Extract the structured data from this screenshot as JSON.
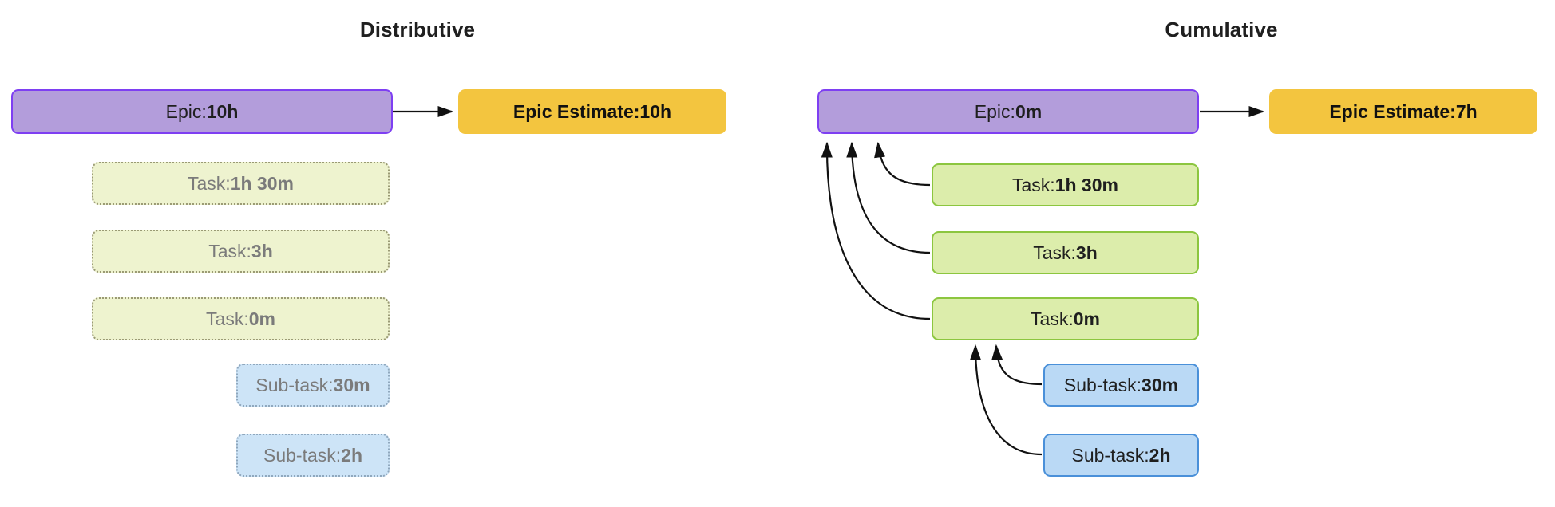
{
  "diagram": {
    "type": "comparison-flow-diagram",
    "background": "#ffffff",
    "columns": [
      {
        "id": "distributive",
        "title": "Distributive",
        "nodes": [
          {
            "id": "d-epic",
            "kind": "epic",
            "prefix": "Epic: ",
            "value": "10h"
          },
          {
            "id": "d-task-1",
            "kind": "task-ghost",
            "prefix": "Task: ",
            "value": "1h 30m"
          },
          {
            "id": "d-task-2",
            "kind": "task-ghost",
            "prefix": "Task: ",
            "value": "3h"
          },
          {
            "id": "d-task-3",
            "kind": "task-ghost",
            "prefix": "Task: ",
            "value": "0m"
          },
          {
            "id": "d-sub-1",
            "kind": "subtask-ghost",
            "prefix": "Sub-task: ",
            "value": "30m"
          },
          {
            "id": "d-sub-2",
            "kind": "subtask-ghost",
            "prefix": "Sub-task: ",
            "value": "2h"
          },
          {
            "id": "d-estimate",
            "kind": "estimate",
            "prefix": "Epic Estimate: ",
            "value": "10h"
          }
        ]
      },
      {
        "id": "cumulative",
        "title": "Cumulative",
        "nodes": [
          {
            "id": "c-epic",
            "kind": "epic",
            "prefix": "Epic: ",
            "value": "0m"
          },
          {
            "id": "c-task-1",
            "kind": "task",
            "prefix": "Task: ",
            "value": "1h 30m"
          },
          {
            "id": "c-task-2",
            "kind": "task",
            "prefix": "Task: ",
            "value": "3h"
          },
          {
            "id": "c-task-3",
            "kind": "task",
            "prefix": "Task: ",
            "value": "0m"
          },
          {
            "id": "c-sub-1",
            "kind": "subtask",
            "prefix": "Sub-task: ",
            "value": "30m"
          },
          {
            "id": "c-sub-2",
            "kind": "subtask",
            "prefix": "Sub-task: ",
            "value": "2h"
          },
          {
            "id": "c-estimate",
            "kind": "estimate",
            "prefix": "Epic Estimate: ",
            "value": "7h"
          }
        ]
      }
    ],
    "colors": {
      "epic_fill": "#b39ddb",
      "epic_border": "#7e3ff2",
      "estimate_fill": "#f3c53f",
      "task_fill": "#dcedab",
      "task_border": "#8cc63f",
      "task_ghost_fill": "#eef3cf",
      "task_ghost_border": "#9a9a74",
      "subtask_fill": "#bad9f5",
      "subtask_border": "#4a90d9",
      "subtask_ghost_fill": "#cde4f7",
      "subtask_ghost_border": "#8fa7bd",
      "arrow": "#111111",
      "title_text": "#1f1f1f",
      "ghost_text": "#7b7b7b"
    }
  }
}
